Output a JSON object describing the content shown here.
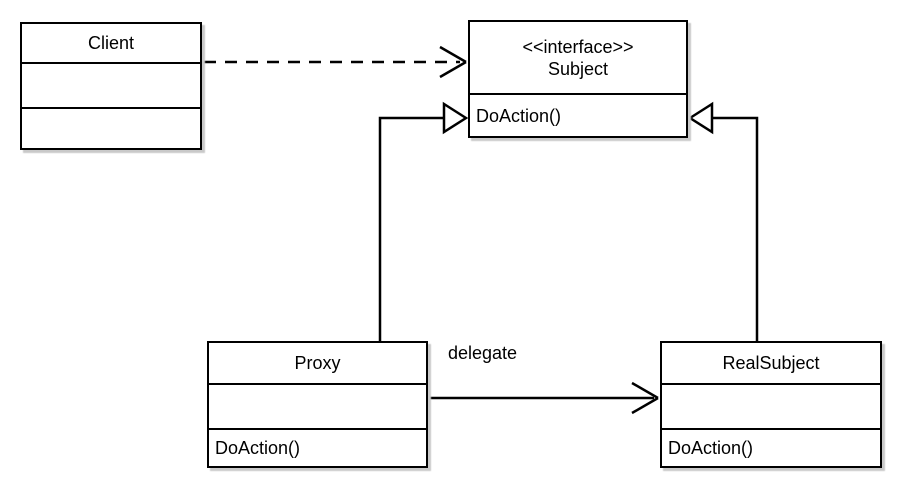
{
  "diagram": {
    "description": "Proxy design pattern UML class diagram",
    "background_color": "#ffffff",
    "stroke_color": "#000000",
    "text_color": "#000000",
    "shadow_color": "#c9c9c9"
  },
  "classes": {
    "client": {
      "name": "Client",
      "attributes": "",
      "methods": ""
    },
    "subject": {
      "stereotype": "<<interface>>",
      "name": "Subject",
      "methods": "DoAction()"
    },
    "proxy": {
      "name": "Proxy",
      "attributes": "",
      "methods": "DoAction()"
    },
    "real_subject": {
      "name": "RealSubject",
      "attributes": "",
      "methods": "DoAction()"
    }
  },
  "edges": {
    "client_to_subject": {
      "type": "dependency",
      "style": "dashed line with open arrowhead",
      "from": "Client",
      "to": "Subject"
    },
    "proxy_to_subject": {
      "type": "realization",
      "style": "solid line with hollow triangle arrowhead",
      "from": "Proxy",
      "to": "Subject"
    },
    "real_subject_to_subject": {
      "type": "realization",
      "style": "solid line with hollow triangle arrowhead",
      "from": "RealSubject",
      "to": "Subject"
    },
    "proxy_to_real_subject": {
      "type": "association",
      "label": "delegate",
      "style": "solid line with open arrowhead",
      "from": "Proxy",
      "to": "RealSubject"
    }
  }
}
